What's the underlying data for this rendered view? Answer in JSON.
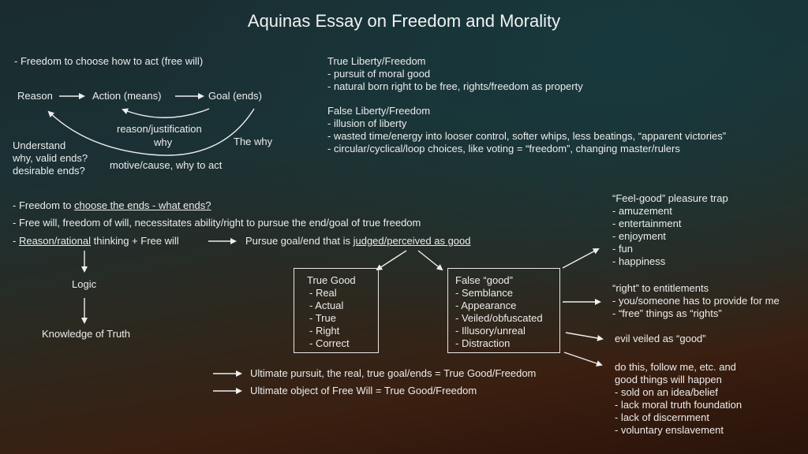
{
  "title": "Aquinas Essay on Freedom and Morality",
  "top_left": {
    "heading": "- Freedom to choose how to act (free will)",
    "reason": "Reason",
    "action": "Action (means)",
    "goal": "Goal (ends)",
    "justification": "reason/justification",
    "why": "why",
    "the_why": "The why",
    "understand": [
      "Understand",
      "why, valid ends?",
      "desirable ends?"
    ],
    "motive": "motive/cause, why to act"
  },
  "true_liberty": {
    "heading": "True Liberty/Freedom",
    "items": [
      "- pursuit of moral good",
      "- natural born right to be free, rights/freedom as property"
    ]
  },
  "false_liberty": {
    "heading": "False Liberty/Freedom",
    "items": [
      "- illusion of liberty",
      "- wasted time/energy into looser control, softer whips, less beatings, “apparent victories”",
      "- circular/cyclical/loop choices, like voting = “freedom”, changing master/rulers"
    ]
  },
  "middle": {
    "line1_prefix": "- Freedom to ",
    "line1_underlined": "choose the ends - what ends?",
    "line2": "- Free will, freedom of will, necessitates ability/right to pursue the end/goal of true freedom",
    "line3_prefix": "- ",
    "line3_underlined": "Reason/rational",
    "line3_suffix": " thinking  + Free will",
    "pursue_prefix": "Pursue goal/end that is ",
    "pursue_underlined": "judged/perceived as good",
    "logic": "Logic",
    "knowledge": "Knowledge of Truth"
  },
  "true_good": {
    "heading": "True Good",
    "items": [
      "- Real",
      "- Actual",
      "- True",
      "- Right",
      "- Correct"
    ]
  },
  "false_good": {
    "heading": "False “good”",
    "items": [
      "- Semblance",
      "- Appearance",
      "- Veiled/obfuscated",
      "- Illusory/unreal",
      "- Distraction"
    ]
  },
  "feel_good": {
    "heading": "“Feel-good” pleasure trap",
    "items": [
      "- amuzement",
      "- entertainment",
      "- enjoyment",
      "- fun",
      "- happiness"
    ]
  },
  "entitlements": {
    "heading": "“right” to entitlements",
    "items": [
      "- you/someone has to provide for me",
      "- “free” things as “rights”"
    ]
  },
  "evil": "evil veiled as “good”",
  "do_this": {
    "heading": [
      "do this, follow me, etc. and",
      "good things will happen"
    ],
    "items": [
      "- sold on an idea/belief",
      "- lack moral truth foundation",
      "- lack of discernment",
      "- voluntary enslavement"
    ]
  },
  "bottom": [
    "Ultimate pursuit, the real, true goal/ends = True Good/Freedom",
    "Ultimate object of Free Will = True Good/Freedom"
  ]
}
